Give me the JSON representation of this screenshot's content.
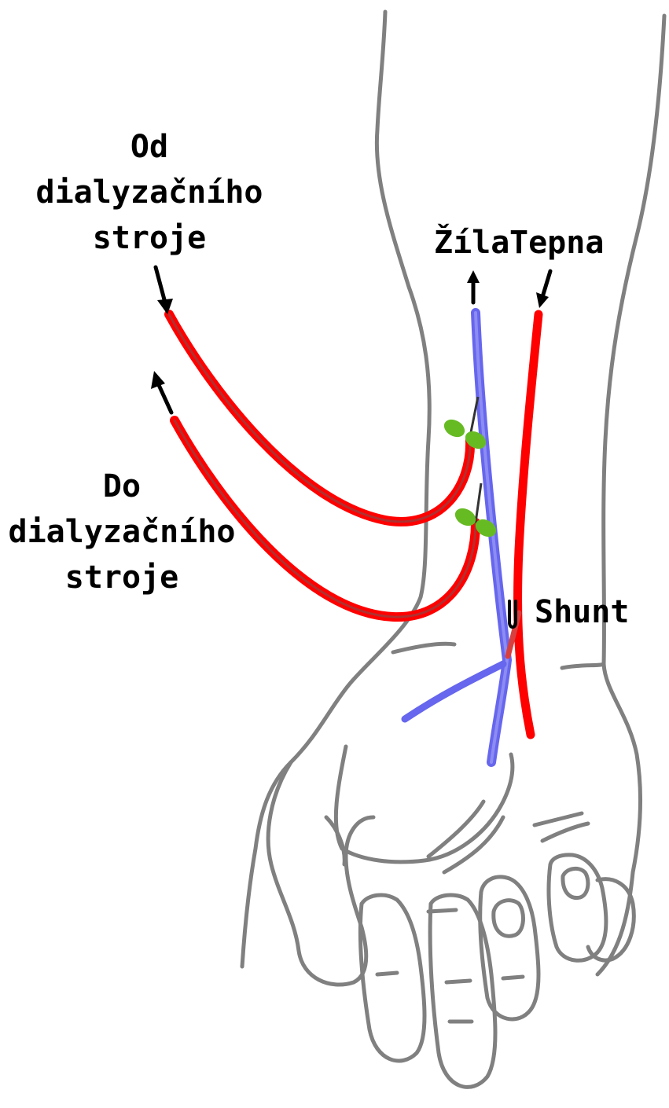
{
  "labels": {
    "from_machine": {
      "line1": "Od",
      "line2": "dialyzačního",
      "line3": "stroje"
    },
    "to_machine": {
      "line1": "Do",
      "line2": "dialyzačního",
      "line3": "stroje"
    },
    "vein": "Žíla",
    "artery": "Tepna",
    "shunt": "Shunt"
  },
  "colors": {
    "outline": "#808080",
    "artery": "#ff0000",
    "vein": "#6666ee",
    "needle_wings": "#66bb22",
    "text": "#000000"
  }
}
